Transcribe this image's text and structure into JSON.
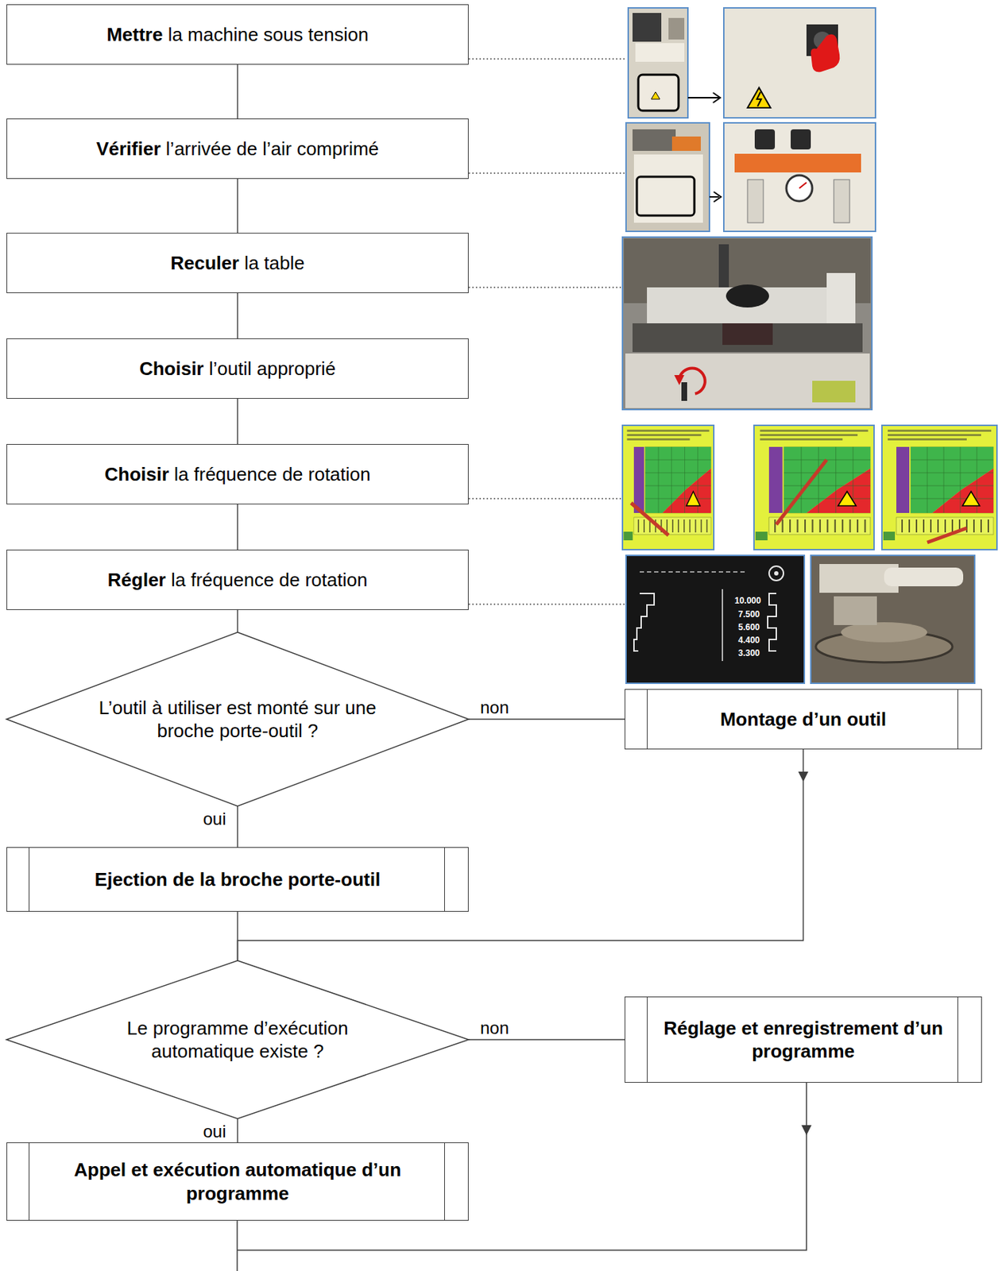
{
  "diagram": {
    "nodes": [
      {
        "text": [
          "Mettre",
          "la machine sous tension"
        ]
      },
      {
        "text": [
          "Vérifier",
          "l’arrivée de l’air comprimé"
        ]
      },
      {
        "text": [
          "Reculer",
          "la table"
        ]
      },
      {
        "text": [
          "Choisir",
          "l’outil approprié"
        ]
      },
      {
        "text": [
          "Choisir",
          "la fréquence de rotation"
        ]
      },
      {
        "text": [
          "Régler",
          "la fréquence de rotation"
        ]
      },
      {
        "text": [
          "L’outil à utiliser est monté sur une broche porte-outil ?"
        ]
      },
      {
        "text": [
          "Montage d’un outil"
        ]
      },
      {
        "text": [
          "Ejection de la broche porte-outil"
        ]
      },
      {
        "text": [
          "Le programme d’exécution automatique existe ?"
        ]
      },
      {
        "text": [
          "Réglage et enregistrement d’un programme"
        ]
      },
      {
        "text": [
          "Appel et exécution automatique d’un programme"
        ]
      }
    ],
    "edges": [
      {
        "from": 0,
        "to": 1,
        "arrow": "none"
      },
      {
        "from": 1,
        "to": 2,
        "arrow": "none"
      },
      {
        "from": 2,
        "to": 3,
        "arrow": "none"
      },
      {
        "from": 3,
        "to": 4,
        "arrow": "none"
      },
      {
        "from": 4,
        "to": 5,
        "arrow": "none"
      },
      {
        "from": 5,
        "to": 6,
        "arrow": "none"
      },
      {
        "from": 6,
        "to": 7,
        "label": "non",
        "arrow": "none"
      },
      {
        "from": 6,
        "to": 8,
        "label": "oui",
        "arrow": "none"
      },
      {
        "from": 7,
        "to": 9,
        "arrow": "to"
      },
      {
        "from": 8,
        "to": 9,
        "arrow": "none"
      },
      {
        "from": 9,
        "to": 10,
        "label": "non",
        "arrow": "none"
      },
      {
        "from": 9,
        "to": 11,
        "label": "oui",
        "arrow": "none"
      }
    ],
    "labels": [
      "10.000",
      "7.500",
      "5.600",
      "4.400",
      "3.300"
    ]
  }
}
